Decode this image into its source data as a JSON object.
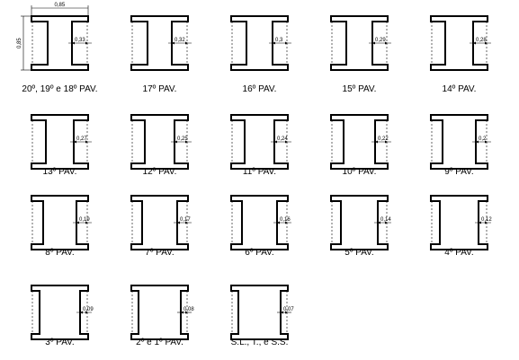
{
  "overall_dims": {
    "width": "0,85",
    "height": "0,85"
  },
  "sections": [
    {
      "label": "20º, 19º e 18º PAV.",
      "dim": "0,33",
      "f": 0.33
    },
    {
      "label": "17º PAV.",
      "dim": "0,32",
      "f": 0.32
    },
    {
      "label": "16º PAV.",
      "dim": "0,3",
      "f": 0.3
    },
    {
      "label": "15º PAV.",
      "dim": "0,29",
      "f": 0.29
    },
    {
      "label": "14º PAV.",
      "dim": "0,28",
      "f": 0.28
    },
    {
      "label": "13º PAV.",
      "dim": "0,27",
      "f": 0.27
    },
    {
      "label": "12º PAV.",
      "dim": "0,25",
      "f": 0.25
    },
    {
      "label": "11º PAV.",
      "dim": "0,24",
      "f": 0.24
    },
    {
      "label": "10º PAV.",
      "dim": "0,22",
      "f": 0.22
    },
    {
      "label": "9º PAV.",
      "dim": "0,2",
      "f": 0.2
    },
    {
      "label": "8º PAV.",
      "dim": "0,19",
      "f": 0.19
    },
    {
      "label": "7º PAV.",
      "dim": "0,17",
      "f": 0.17
    },
    {
      "label": "6º PAV.",
      "dim": "0,16",
      "f": 0.16
    },
    {
      "label": "5º PAV.",
      "dim": "0,14",
      "f": 0.14
    },
    {
      "label": "4º PAV.",
      "dim": "0,12",
      "f": 0.12
    },
    {
      "label": "3º PAV.",
      "dim": "0,09",
      "f": 0.09
    },
    {
      "label": "2º e 1º PAV.",
      "dim": "0,08",
      "f": 0.08
    },
    {
      "label": "S.L., T., e S.S.",
      "dim": "0,07",
      "f": 0.07
    }
  ]
}
